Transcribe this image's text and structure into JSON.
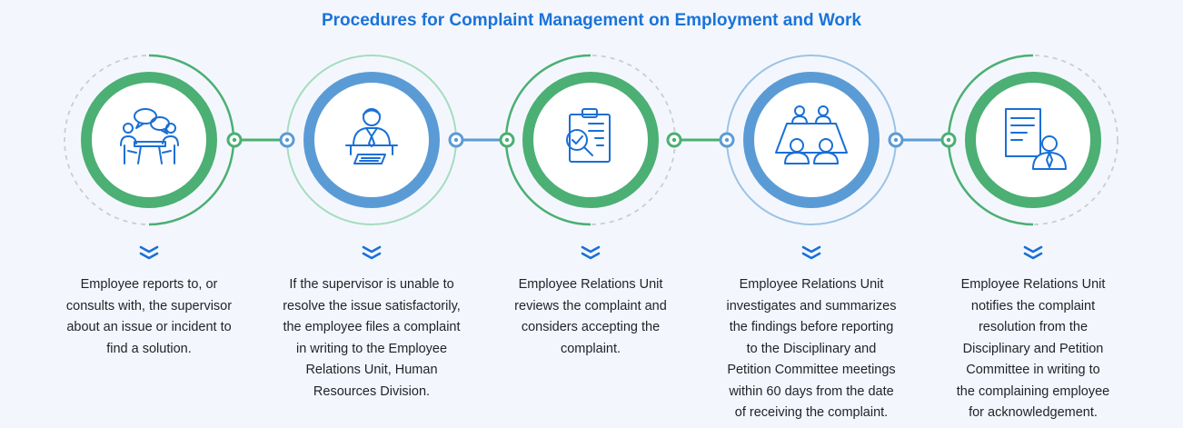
{
  "title": "Procedures for Complaint Management on Employment and Work",
  "colors": {
    "green": "#4caf73",
    "blue": "#5b9bd5",
    "title": "#1a73d9"
  },
  "steps": [
    {
      "icon": "meeting-discussion-icon",
      "theme": "green",
      "text": "Employee reports to, or\nconsults with, the supervisor\nabout an issue or incident to\nfind a solution."
    },
    {
      "icon": "supervisor-at-desk-icon",
      "theme": "blue",
      "text": "If the supervisor is unable to\nresolve the issue satisfactorily,\nthe employee files a complaint\nin writing to the Employee\nRelations Unit, Human\nResources Division."
    },
    {
      "icon": "clipboard-review-icon",
      "theme": "green",
      "text": "Employee Relations Unit\nreviews the complaint and\nconsiders accepting the\ncomplaint."
    },
    {
      "icon": "committee-meeting-icon",
      "theme": "blue",
      "text": "Employee Relations Unit\ninvestigates and summarizes\nthe findings before reporting\nto the Disciplinary and\nPetition Committee meetings\nwithin 60 days from the date\nof receiving the complaint."
    },
    {
      "icon": "document-notification-icon",
      "theme": "green",
      "text": "Employee Relations Unit\nnotifies the complaint\nresolution from the\nDisciplinary and Petition\nCommittee in writing to\nthe complaining employee\nfor acknowledgement."
    }
  ]
}
